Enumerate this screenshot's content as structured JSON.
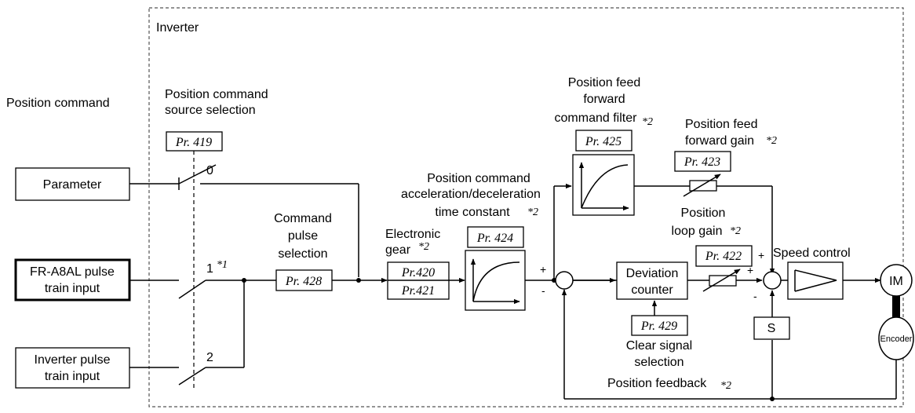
{
  "inverter_label": "Inverter",
  "inputs": {
    "position_command": "Position command",
    "parameter": "Parameter",
    "fr_a8al": [
      "FR-A8AL pulse",
      "train input"
    ],
    "inverter_pulse": [
      "Inverter pulse",
      "train input"
    ]
  },
  "selection": {
    "title": [
      "Position command",
      "source selection"
    ],
    "param": "Pr. 419",
    "pos0": "0",
    "pos1": "1",
    "pos1_note": "*1",
    "pos2": "2"
  },
  "command_pulse": {
    "title": [
      "Command",
      "pulse",
      "selection"
    ],
    "param": "Pr. 428"
  },
  "electronic_gear": {
    "title": [
      "Electronic",
      "gear"
    ],
    "note": "*2",
    "param_a": "Pr.420",
    "param_b": "Pr.421"
  },
  "accel_decel": {
    "title": [
      "Position command",
      "acceleration/deceleration",
      "time constant"
    ],
    "note": "*2",
    "param": "Pr. 424"
  },
  "ff_filter": {
    "title": [
      "Position feed",
      "forward",
      "command filter"
    ],
    "note": "*2",
    "param": "Pr. 425"
  },
  "ff_gain": {
    "title": [
      "Position feed",
      "forward gain"
    ],
    "note": "*2",
    "param": "Pr. 423"
  },
  "loop_gain": {
    "title": [
      "Position",
      "loop gain"
    ],
    "note": "*2",
    "param": "Pr. 422"
  },
  "deviation_counter": [
    "Deviation",
    "counter"
  ],
  "clear_signal": {
    "param": "Pr. 429",
    "title": [
      "Clear signal",
      "selection"
    ]
  },
  "position_feedback": {
    "label": "Position feedback",
    "note": "*2"
  },
  "speed_control": "Speed control",
  "s_block": "S",
  "motor": "IM",
  "encoder": "Encoder",
  "signs": {
    "plus": "+",
    "minus": "-"
  }
}
